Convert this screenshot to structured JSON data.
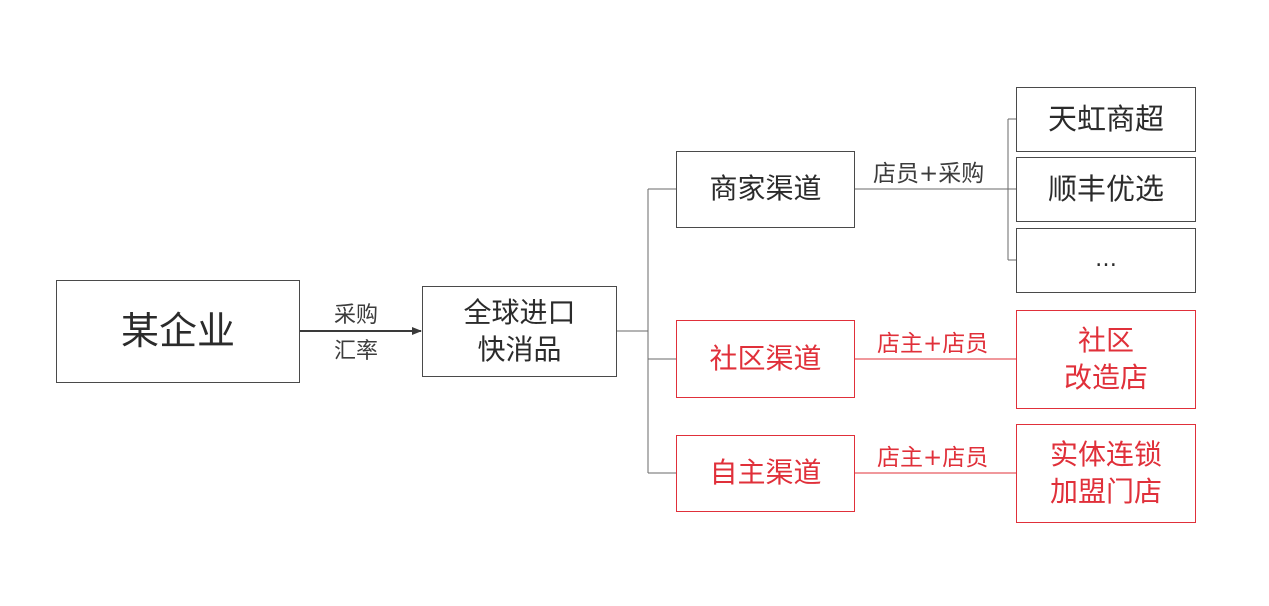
{
  "colors": {
    "neutral": "#4a4a4a",
    "accent": "#e0303a"
  },
  "diagram": {
    "company": "某企业",
    "edge_company_top": "采购",
    "edge_company_bottom": "汇率",
    "product_line1": "全球进口",
    "product_line2": "快消品",
    "channel_merchant": "商家渠道",
    "channel_community": "社区渠道",
    "channel_self": "自主渠道",
    "edge_merchant": "店员+采购",
    "edge_community": "店主+店员",
    "edge_self": "店主+店员",
    "store_tianhong": "天虹商超",
    "store_shunfeng": "顺丰优选",
    "store_more": "…",
    "community_store_line1": "社区",
    "community_store_line2": "改造店",
    "franchise_line1": "实体连锁",
    "franchise_line2": "加盟门店"
  }
}
